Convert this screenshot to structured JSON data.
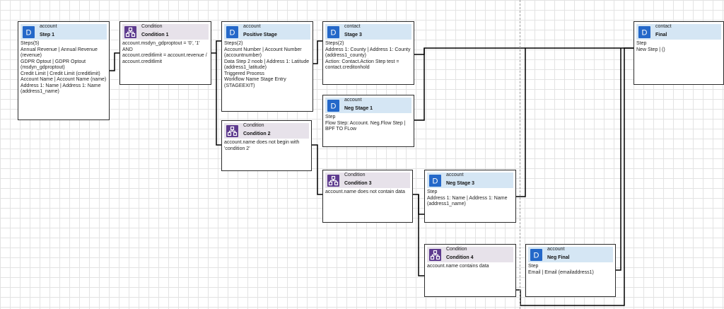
{
  "nodes": {
    "step1": {
      "entity": "account",
      "title": "Step 1",
      "icon": "stage-icon",
      "lines": [
        "Steps(5)",
        "Annual Revenue | Annual Revenue (revenue)",
        "GDPR Optout | GDPR Optout (msdyn_gdproptout)",
        "Credit Limit | Credit Limit (creditlimit)",
        "Account Name | Account Name (name)",
        "Address 1: Name | Address 1: Name (address1_name)"
      ]
    },
    "condition1": {
      "entity": "Condition",
      "title": "Condition 1",
      "icon": "condition-icon",
      "lines": [
        "account.msdyn_gdproptout = '0', '1'",
        "AND",
        "account.creditlimit = account.revenue / account.creditlimit"
      ]
    },
    "positive_stage": {
      "entity": "account",
      "title": "Positive Stage",
      "icon": "stage-icon",
      "lines": [
        "Steps(2)",
        "Account Number | Account Number (accountnumber)",
        "Data Step 2 noob | Address 1: Latitude (address1_latitude)",
        "Triggered Process",
        "Workflow Name Stage Entry (STAGEEXIT)"
      ]
    },
    "stage3": {
      "entity": "contact",
      "title": "Stage 3",
      "icon": "stage-icon",
      "lines": [
        "Steps(2)",
        "Address 1: County | Address 1: County (address1_county)",
        "Action: Contact.Action Step test = contact.creditonhold"
      ]
    },
    "neg_stage1": {
      "entity": "account",
      "title": "Neg Stage 1",
      "icon": "stage-icon",
      "lines": [
        "Step",
        "Flow Step: Account. Neg.Flow Step | BPF TO FLow"
      ]
    },
    "condition2": {
      "entity": "Condition",
      "title": "Condition 2",
      "icon": "condition-icon",
      "lines": [
        "account.name does not begin with 'condition 2'"
      ]
    },
    "condition3": {
      "entity": "Condition",
      "title": "Condition 3",
      "icon": "condition-icon",
      "lines": [
        "account.name does not contain data"
      ]
    },
    "neg_stage3": {
      "entity": "account",
      "title": "Neg Stage 3",
      "icon": "stage-icon",
      "lines": [
        "Step",
        "Address 1: Name | Address 1: Name (address1_name)"
      ]
    },
    "condition4": {
      "entity": "Condition",
      "title": "Condition 4",
      "icon": "condition-icon",
      "lines": [
        "account.name contains data"
      ]
    },
    "neg_final": {
      "entity": "account",
      "title": "Neg Final",
      "icon": "stage-icon",
      "lines": [
        "Step",
        "Email | Email (emailaddress1)"
      ]
    },
    "final": {
      "entity": "contact",
      "title": "Final",
      "icon": "stage-icon",
      "lines": [
        "Step",
        "New Step |  ()"
      ]
    }
  },
  "colors": {
    "stage_header": "#d5e6f4",
    "stage_icon": "#2468c9",
    "condition_header": "#e7e2ea",
    "condition_icon": "#5d3a8e",
    "connector": "#000000",
    "grid": "#e3e3e3"
  }
}
